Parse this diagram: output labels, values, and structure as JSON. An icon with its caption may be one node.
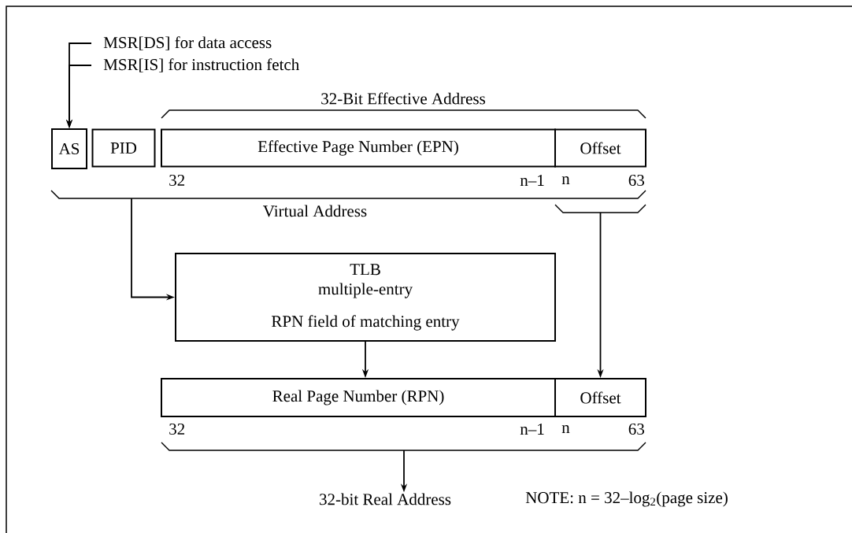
{
  "diagram": {
    "nodes": [
      {
        "text": [
          "MSR[DS] for data access"
        ]
      },
      {
        "text": [
          "MSR[IS] for instruction fetch"
        ]
      },
      {
        "text": [
          "AS"
        ]
      },
      {
        "text": [
          "PID"
        ]
      },
      {
        "text": [
          "Effective Page Number (EPN)"
        ]
      },
      {
        "text": [
          "Offset"
        ]
      },
      {
        "text": [
          "TLB",
          "multiple-entry",
          "RPN field of matching entry"
        ]
      },
      {
        "text": [
          "Real Page Number (RPN)"
        ]
      },
      {
        "text": [
          "Offset"
        ]
      },
      {
        "text": [
          "32-bit Real Address"
        ]
      }
    ],
    "edges": [
      {
        "from": 0,
        "to": 2,
        "arrow": "to"
      },
      {
        "from": 1,
        "to": 2,
        "arrow": "to"
      },
      {
        "from": null,
        "to": 6,
        "arrow": "to"
      },
      {
        "from": 6,
        "to": 7,
        "arrow": "to"
      },
      {
        "from": null,
        "to": 8,
        "arrow": "to"
      },
      {
        "from": null,
        "to": 9,
        "arrow": "to"
      }
    ],
    "labels": [
      "32-Bit Effective Address",
      "32",
      "n–1",
      "n",
      "63",
      "Virtual Address",
      "32",
      "n–1",
      "n",
      "63",
      "NOTE: n = 32–log$_{2}$(page size)"
    ]
  }
}
